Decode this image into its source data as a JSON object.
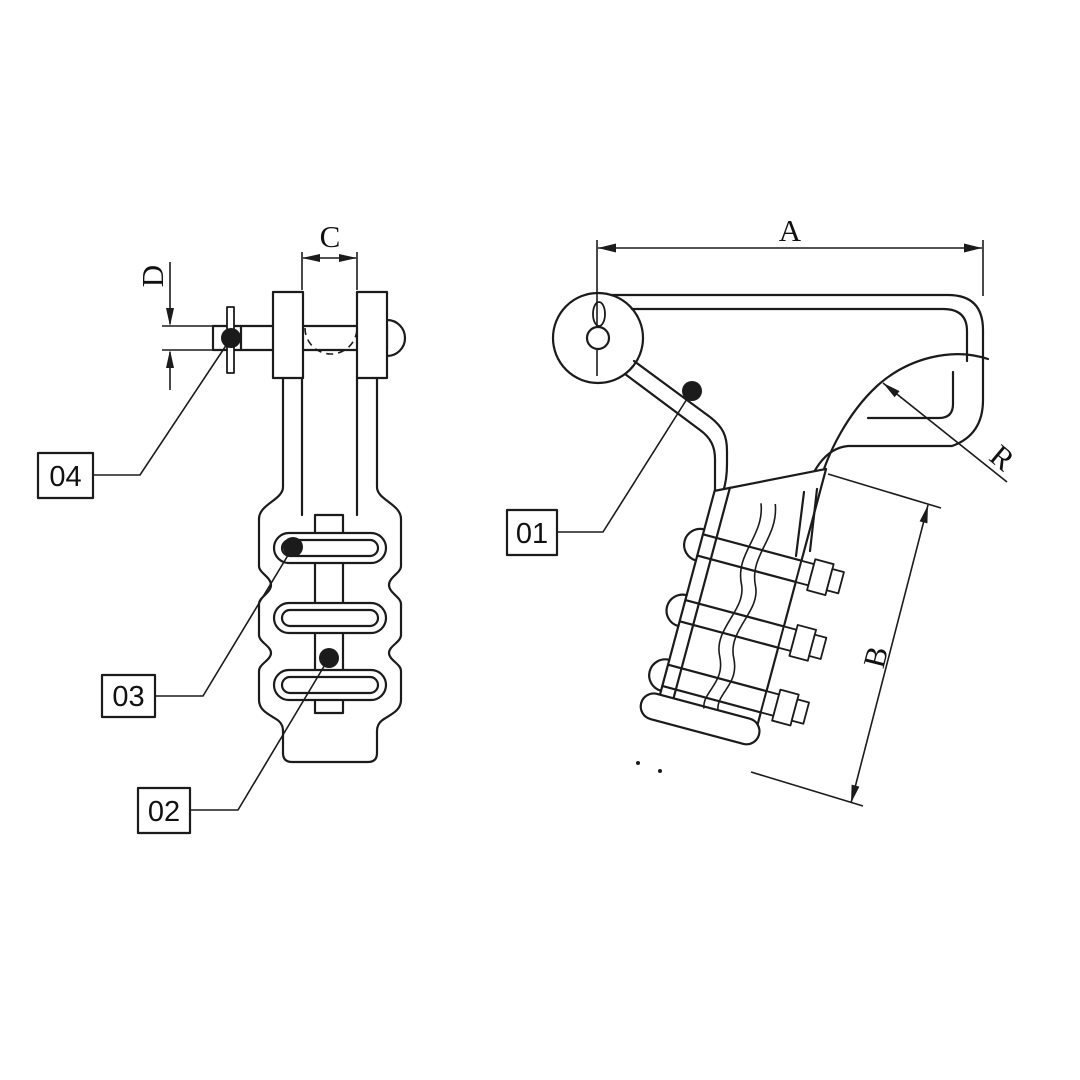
{
  "page": {
    "background": "#ffffff",
    "line_color": "#1b1b1b"
  },
  "dimension_labels": {
    "a": "A",
    "b": "B",
    "c": "C",
    "d": "D",
    "r": "R"
  },
  "part_callouts": {
    "c01": "01",
    "c02": "02",
    "c03": "03",
    "c04": "04"
  }
}
